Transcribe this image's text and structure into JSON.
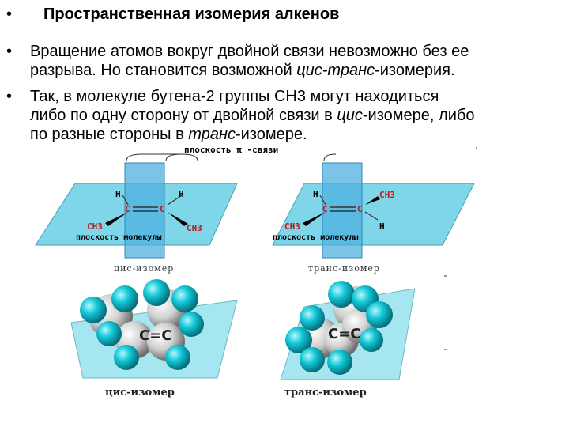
{
  "slide": {
    "bullets": [
      {
        "text": "Пространственная изомерия алкенов"
      },
      {
        "line1": "Вращение атомов вокруг двойной связи невозможно без ее",
        "line2_pre": "разрыва. Но становится возможной ",
        "line2_em": "цис-транс",
        "line2_post": "-изомерия."
      },
      {
        "line1": "Так, в молекуле бутена-2 группы СН3 могут находиться",
        "line2_pre": "либо по одну сторону от двойной связи в ",
        "line2_em": "цис",
        "line2_post": "-изомере, либо",
        "line3_pre": "по разные стороны в ",
        "line3_em": "транс",
        "line3_post": "-изомере."
      }
    ]
  },
  "diagram": {
    "pi_plane_label": "плоскость π -связи",
    "molecule_plane_label": "плоскость молекулы",
    "cis": {
      "top_left": "H",
      "top_right": "H",
      "bottom_left": "CH3",
      "bottom_right": "CH3",
      "caption": "цис-изомер"
    },
    "trans": {
      "top_left": "H",
      "top_right": "CH3",
      "bottom_left": "CH3",
      "bottom_right": "H",
      "caption": "транс-изомер"
    },
    "carbon": "C",
    "cc_label": "C=C",
    "bottom_cis_caption": "цис-изомер",
    "bottom_trans_caption": "транс-изомер",
    "colors": {
      "plane": "#7fd6e8",
      "pi_plane": "#4fb0e0",
      "cyan_atom": "#12c8d8",
      "carbon_atom": "#d8d8d8"
    }
  }
}
